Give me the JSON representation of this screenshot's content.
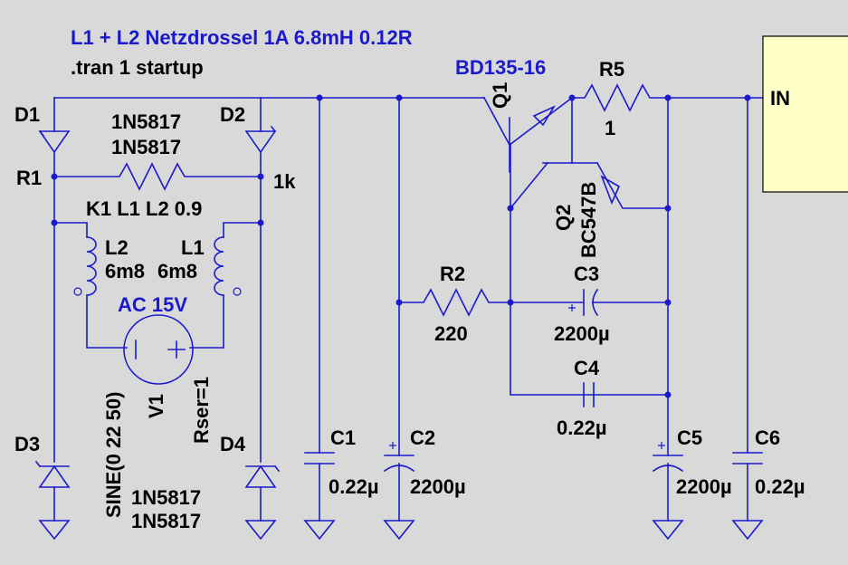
{
  "directives": {
    "comment": "L1 + L2 Netzdrossel 1A 6.8mH 0.12R",
    "tran": ".tran 1 startup",
    "coupling": "K1 L1 L2 0.9"
  },
  "components": {
    "D1": {
      "ref": "D1",
      "value": "1N5817"
    },
    "D2": {
      "ref": "D2",
      "value": "1N5817"
    },
    "D3": {
      "ref": "D3",
      "value": "1N5817"
    },
    "D4": {
      "ref": "D4",
      "value": "1N5817"
    },
    "R1": {
      "ref": "R1",
      "value": "1k"
    },
    "R2": {
      "ref": "R2",
      "value": "220"
    },
    "R5": {
      "ref": "R5",
      "value": "1"
    },
    "L1": {
      "ref": "L1",
      "value": "6m8"
    },
    "L2": {
      "ref": "L2",
      "value": "6m8"
    },
    "V1": {
      "ref": "V1",
      "value": "SINE(0 22 50)",
      "label": "AC 15V",
      "rser": "Rser=1"
    },
    "Q1": {
      "ref": "Q1",
      "value": "BD135-16"
    },
    "Q2": {
      "ref": "Q2",
      "value": "BC547B"
    },
    "C1": {
      "ref": "C1",
      "value": "0.22µ"
    },
    "C2": {
      "ref": "C2",
      "value": "2200µ"
    },
    "C3": {
      "ref": "C3",
      "value": "2200µ"
    },
    "C4": {
      "ref": "C4",
      "value": "0.22µ"
    },
    "C5": {
      "ref": "C5",
      "value": "2200µ"
    },
    "C6": {
      "ref": "C6",
      "value": "0.22µ"
    }
  },
  "port": {
    "label": "IN"
  },
  "colors": {
    "wire": "#1a1acc",
    "background": "#d9d9d9",
    "text": "#000000",
    "port_fill": "#ffffc8"
  }
}
